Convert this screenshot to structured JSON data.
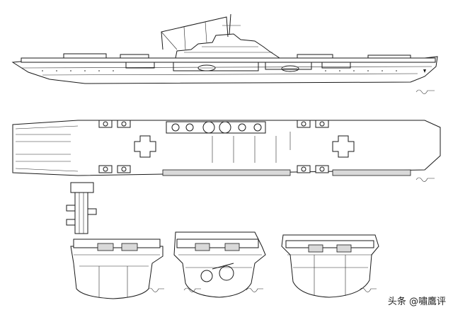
{
  "watermark": {
    "text": "头条 @嘯鷹评"
  },
  "views": {
    "side_profile": {
      "name": "side-elevation"
    },
    "top_plan": {
      "name": "flight-deck-plan"
    },
    "sections": [
      "cross-section-1",
      "cross-section-2",
      "cross-section-3"
    ]
  },
  "signature_marks": [
    "artist-signature-1",
    "artist-signature-2",
    "artist-signature-3",
    "artist-signature-4",
    "artist-signature-5",
    "artist-signature-6"
  ]
}
